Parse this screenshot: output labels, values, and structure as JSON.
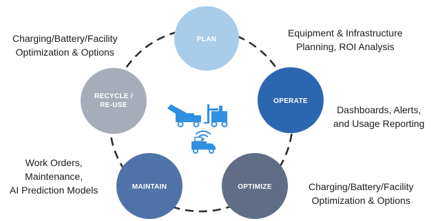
{
  "stages": [
    {
      "id": "plan",
      "label": "PLAN",
      "color": "#a9cce8"
    },
    {
      "id": "operate",
      "label": "OPERATE",
      "color": "#2c66b0"
    },
    {
      "id": "optimize",
      "label": "OPTIMIZE",
      "color": "#5f6d86"
    },
    {
      "id": "maintain",
      "label": "MAINTAIN",
      "color": "#4f72a8"
    },
    {
      "id": "recycle",
      "label_line1": "RECYCLE /",
      "label_line2": "RE-USE",
      "color": "#a6adb8"
    }
  ],
  "descriptions": {
    "plan": "Equipment & Infrastructure\nPlanning, ROI Analysis",
    "operate": "Dashboards, Alerts,\nand Usage Reporting",
    "optimize": "Charging/Battery/Facility\nOptimization & Options",
    "maintain": "Work Orders,\nMaintenance,\nAI Prediction Models",
    "recycle": "Charging/Battery/Facility\nOptimization & Options"
  },
  "icons": {
    "center": [
      "loader-truck-icon",
      "forklift-icon",
      "wifi-signal-icon",
      "delivery-van-icon"
    ]
  },
  "colors": {
    "icon": "#2f8fe0",
    "cycle_line": "#2a2a2a"
  }
}
